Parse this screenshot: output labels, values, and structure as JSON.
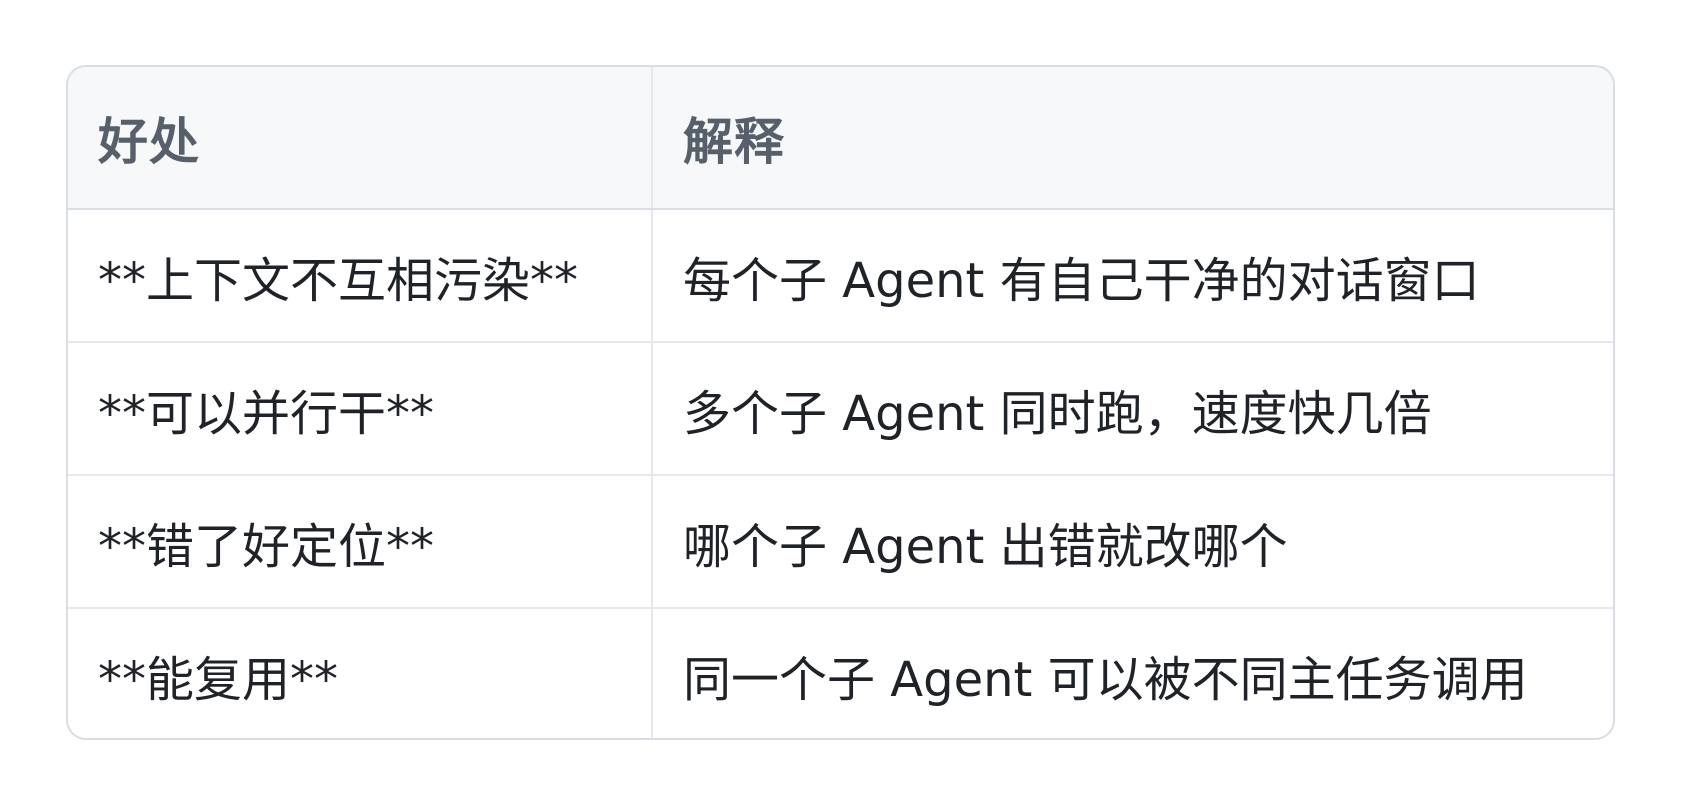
{
  "table": {
    "headers": [
      "好处",
      "解释"
    ],
    "rows": [
      [
        "**上下文不互相污染**",
        "每个子 Agent 有自己干净的对话窗口"
      ],
      [
        "**可以并行干**",
        "多个子 Agent 同时跑，速度快几倍"
      ],
      [
        "**错了好定位**",
        "哪个子 Agent 出错就改哪个"
      ],
      [
        "**能复用**",
        "同一个子 Agent 可以被不同主任务调用"
      ]
    ]
  },
  "colors": {
    "header_bg": "#f6f8fa",
    "header_text": "#57606a",
    "body_text": "#1f2328",
    "border": "#d8dee4"
  }
}
